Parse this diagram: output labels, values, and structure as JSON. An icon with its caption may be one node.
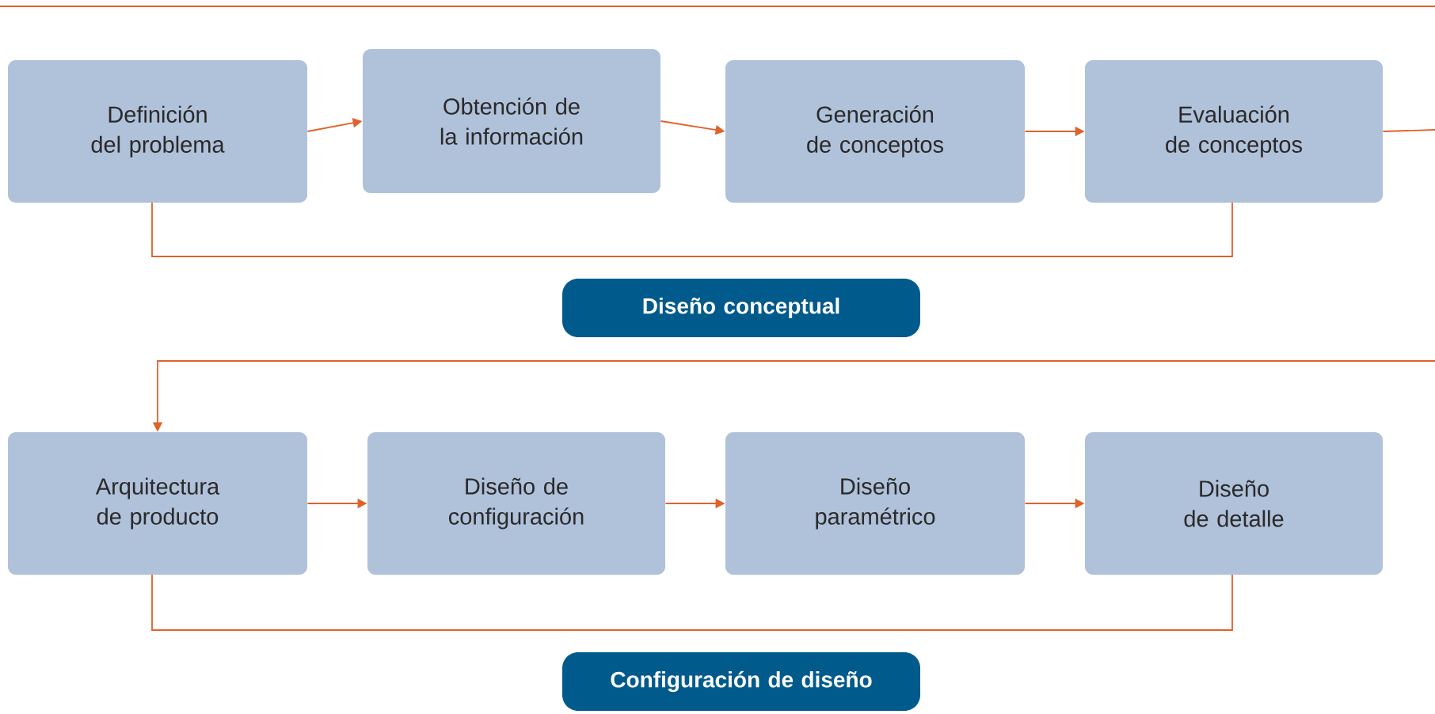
{
  "diagram": {
    "nodes": [
      {
        "text": [
          "Definición del problema"
        ]
      },
      {
        "text": [
          "Obtención de la información"
        ]
      },
      {
        "text": [
          "Generación de conceptos"
        ]
      },
      {
        "text": [
          "Evaluación de conceptos"
        ]
      },
      {
        "text": [
          "Diseño conceptual"
        ]
      },
      {
        "text": [
          "Arquitectura de producto"
        ]
      },
      {
        "text": [
          "Diseño de configuración"
        ]
      },
      {
        "text": [
          "Diseño paramétrico"
        ]
      },
      {
        "text": [
          "Diseño de detalle"
        ]
      },
      {
        "text": [
          "Configuración de diseño"
        ]
      }
    ],
    "edges": [
      {
        "from": 0,
        "to": 1,
        "arrow": "to"
      },
      {
        "from": 1,
        "to": 2,
        "arrow": "to"
      },
      {
        "from": 2,
        "to": 3,
        "arrow": "to"
      },
      {
        "from": 3,
        "to": null,
        "arrow": "none"
      },
      {
        "from": null,
        "to": 5,
        "arrow": "to"
      },
      {
        "from": 5,
        "to": 6,
        "arrow": "to"
      },
      {
        "from": 6,
        "to": 7,
        "arrow": "to"
      },
      {
        "from": 7,
        "to": 8,
        "arrow": "to"
      }
    ]
  }
}
